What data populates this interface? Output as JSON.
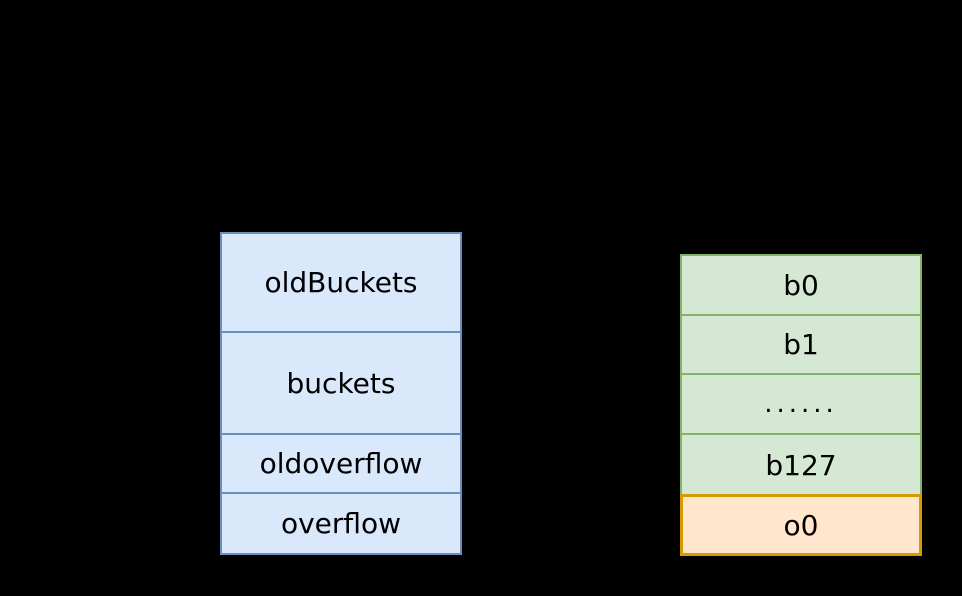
{
  "colors": {
    "bg": "#000000",
    "blue_fill": "#dae8fc",
    "blue_stroke": "#6c8ebf",
    "green_fill": "#d5e8d4",
    "green_stroke": "#82b366",
    "orange_fill": "#ffe6cc",
    "orange_stroke": "#d79b00",
    "text": "#000000"
  },
  "hmap_table": {
    "rows": [
      "oldBuckets",
      "buckets",
      "oldoverflow",
      "overflow"
    ]
  },
  "buckets_table": {
    "rows": [
      "b0",
      "b1",
      "......",
      "b127"
    ]
  },
  "overflow_cell": {
    "label": "o0"
  }
}
